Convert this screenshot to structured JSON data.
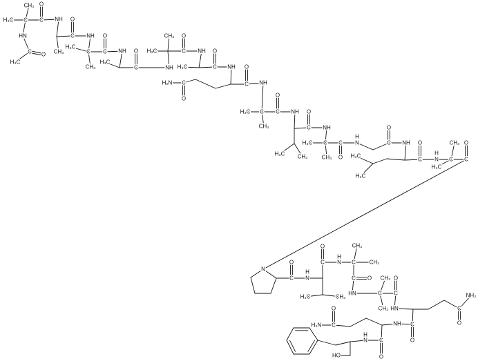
{
  "title": "Peptide structure diagram",
  "atoms": [
    "C",
    "CH₃",
    "H₃C",
    "C",
    "O",
    "NH",
    "HN",
    "C",
    "O",
    "H₃C",
    "CH₃",
    "C",
    "O",
    "NH",
    "C",
    "H₃C",
    "CH₃",
    "C",
    "O",
    "NH",
    "H₃C",
    "C",
    "O",
    "NH",
    "CH₃",
    "H₃C",
    "C",
    "O",
    "NH",
    "H₃C",
    "C",
    "O",
    "NH",
    "C",
    "O",
    "H₂N",
    "C",
    "O",
    "NH",
    "C",
    "H₃C",
    "CH₃",
    "C",
    "O",
    "NH",
    "C",
    "O",
    "NH",
    "H₃C",
    "CH₃",
    "C",
    "H₃C",
    "CH₃",
    "C",
    "O",
    "N",
    "H",
    "C",
    "O",
    "NH",
    "H₃C",
    "H₃C",
    "C",
    "O",
    "N",
    "H",
    "C",
    "CH₃",
    "H₃C",
    "C",
    "O",
    "N",
    "C",
    "O",
    "N",
    "H",
    "C",
    "O",
    "H₃C",
    "CH₃",
    "N",
    "H",
    "C",
    "CH₃",
    "CH₃",
    "C",
    "O",
    "HN",
    "C",
    "CH₃",
    "CH₃",
    "C",
    "O",
    "HN",
    "C",
    "NH₂",
    "O",
    "C",
    "O",
    "NH",
    "C",
    "O",
    "H₂N",
    "C",
    "O",
    "N",
    "H",
    "HO"
  ]
}
